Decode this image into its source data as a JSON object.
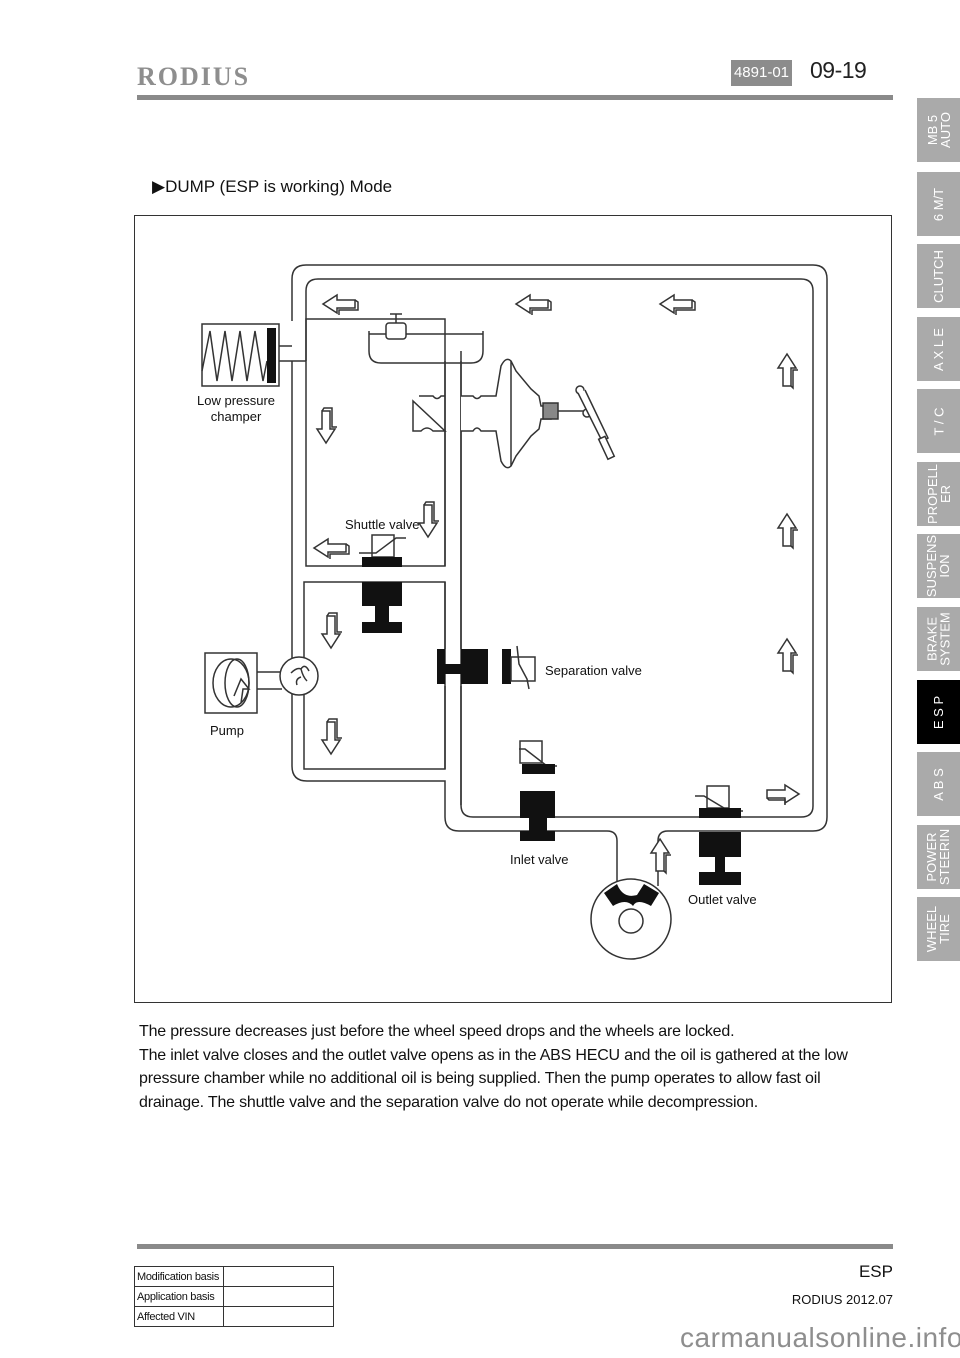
{
  "header": {
    "brand": "RODIUS",
    "section_code": "4891-01",
    "page_number": "09-19"
  },
  "side_tabs": [
    {
      "label": "MB 5\nAUTO",
      "active": false
    },
    {
      "label": "6 M/T",
      "active": false
    },
    {
      "label": "CLUTCH",
      "active": false
    },
    {
      "label": "A X L E",
      "active": false
    },
    {
      "label": "T / C",
      "active": false
    },
    {
      "label": "PROPELL\nER",
      "active": false
    },
    {
      "label": "SUSPENS\nION",
      "active": false
    },
    {
      "label": "BRAKE\nSYSTEM",
      "active": false
    },
    {
      "label": "E S P",
      "active": true
    },
    {
      "label": "A B S",
      "active": false
    },
    {
      "label": "POWER\nSTEERIN",
      "active": false
    },
    {
      "label": "WHEEL\nTIRE",
      "active": false
    }
  ],
  "section_title": "▶DUMP (ESP is working) Mode",
  "diagram": {
    "labels": {
      "low_pressure_chamber": "Low pressure\nchamper",
      "shuttle_valve": "Shuttle valve",
      "separation_valve": "Separation valve",
      "pump": "Pump",
      "inlet_valve": "Inlet valve",
      "outlet_valve": "Outlet valve"
    }
  },
  "description": [
    "The pressure decreases just before the wheel speed drops and the wheels are locked.",
    "The inlet valve closes and the outlet valve opens as in the ABS HECU and the oil is gathered at the low pressure chamber while no additional oil is being supplied. Then the pump operates to allow fast oil drainage. The shuttle valve and the separation valve do not operate while decompression."
  ],
  "footer": {
    "table": [
      {
        "label": "Modification basis",
        "value": ""
      },
      {
        "label": "Application basis",
        "value": ""
      },
      {
        "label": "Affected VIN",
        "value": ""
      }
    ],
    "section": "ESP",
    "model": "RODIUS 2012.07"
  },
  "watermark": "carmanualsonline.info"
}
